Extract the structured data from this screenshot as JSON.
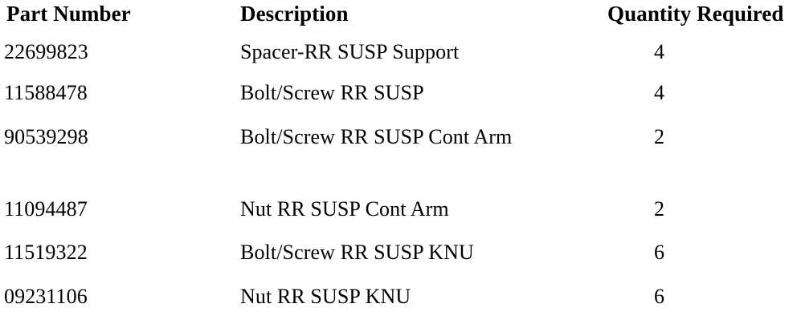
{
  "document": {
    "type": "parts-list-table",
    "background_color": "#ffffff",
    "text_color": "#000000"
  },
  "table": {
    "columns": [
      {
        "key": "part_number",
        "label": "Part Number",
        "align": "left"
      },
      {
        "key": "description",
        "label": "Description",
        "align": "left"
      },
      {
        "key": "quantity_required",
        "label": "Quantity Required",
        "align": "center"
      }
    ],
    "rows": [
      {
        "part_number": "22699823",
        "description": "Spacer-RR SUSP Support",
        "quantity_required": "4"
      },
      {
        "part_number": "11588478",
        "description": "Bolt/Screw RR SUSP",
        "quantity_required": "4"
      },
      {
        "part_number": "90539298",
        "description": "Bolt/Screw RR SUSP Cont Arm",
        "quantity_required": "2"
      },
      {
        "part_number": "11094487",
        "description": "Nut RR SUSP Cont Arm",
        "quantity_required": "2"
      },
      {
        "part_number": "11519322",
        "description": "Bolt/Screw RR SUSP KNU",
        "quantity_required": "6"
      },
      {
        "part_number": "09231106",
        "description": "Nut RR SUSP KNU",
        "quantity_required": "6"
      }
    ]
  }
}
